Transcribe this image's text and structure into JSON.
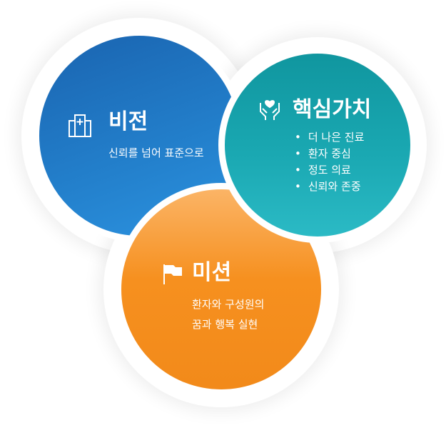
{
  "vision": {
    "title": "비전",
    "text": "신뢰를 넘어 표준으로",
    "icon": "hospital-building-icon",
    "color": "#1f74c0"
  },
  "core_values": {
    "title": "핵심가치",
    "icon": "heart-hands-icon",
    "color": "#18a4ae",
    "items": [
      "더 나은 진료",
      "환자 중심",
      "정도 의료",
      "신뢰와 존중"
    ]
  },
  "mission": {
    "title": "미션",
    "lines": [
      "환자와 구성원의",
      "꿈과 행복 실현"
    ],
    "icon": "flag-icon",
    "color": "#f5901e"
  }
}
